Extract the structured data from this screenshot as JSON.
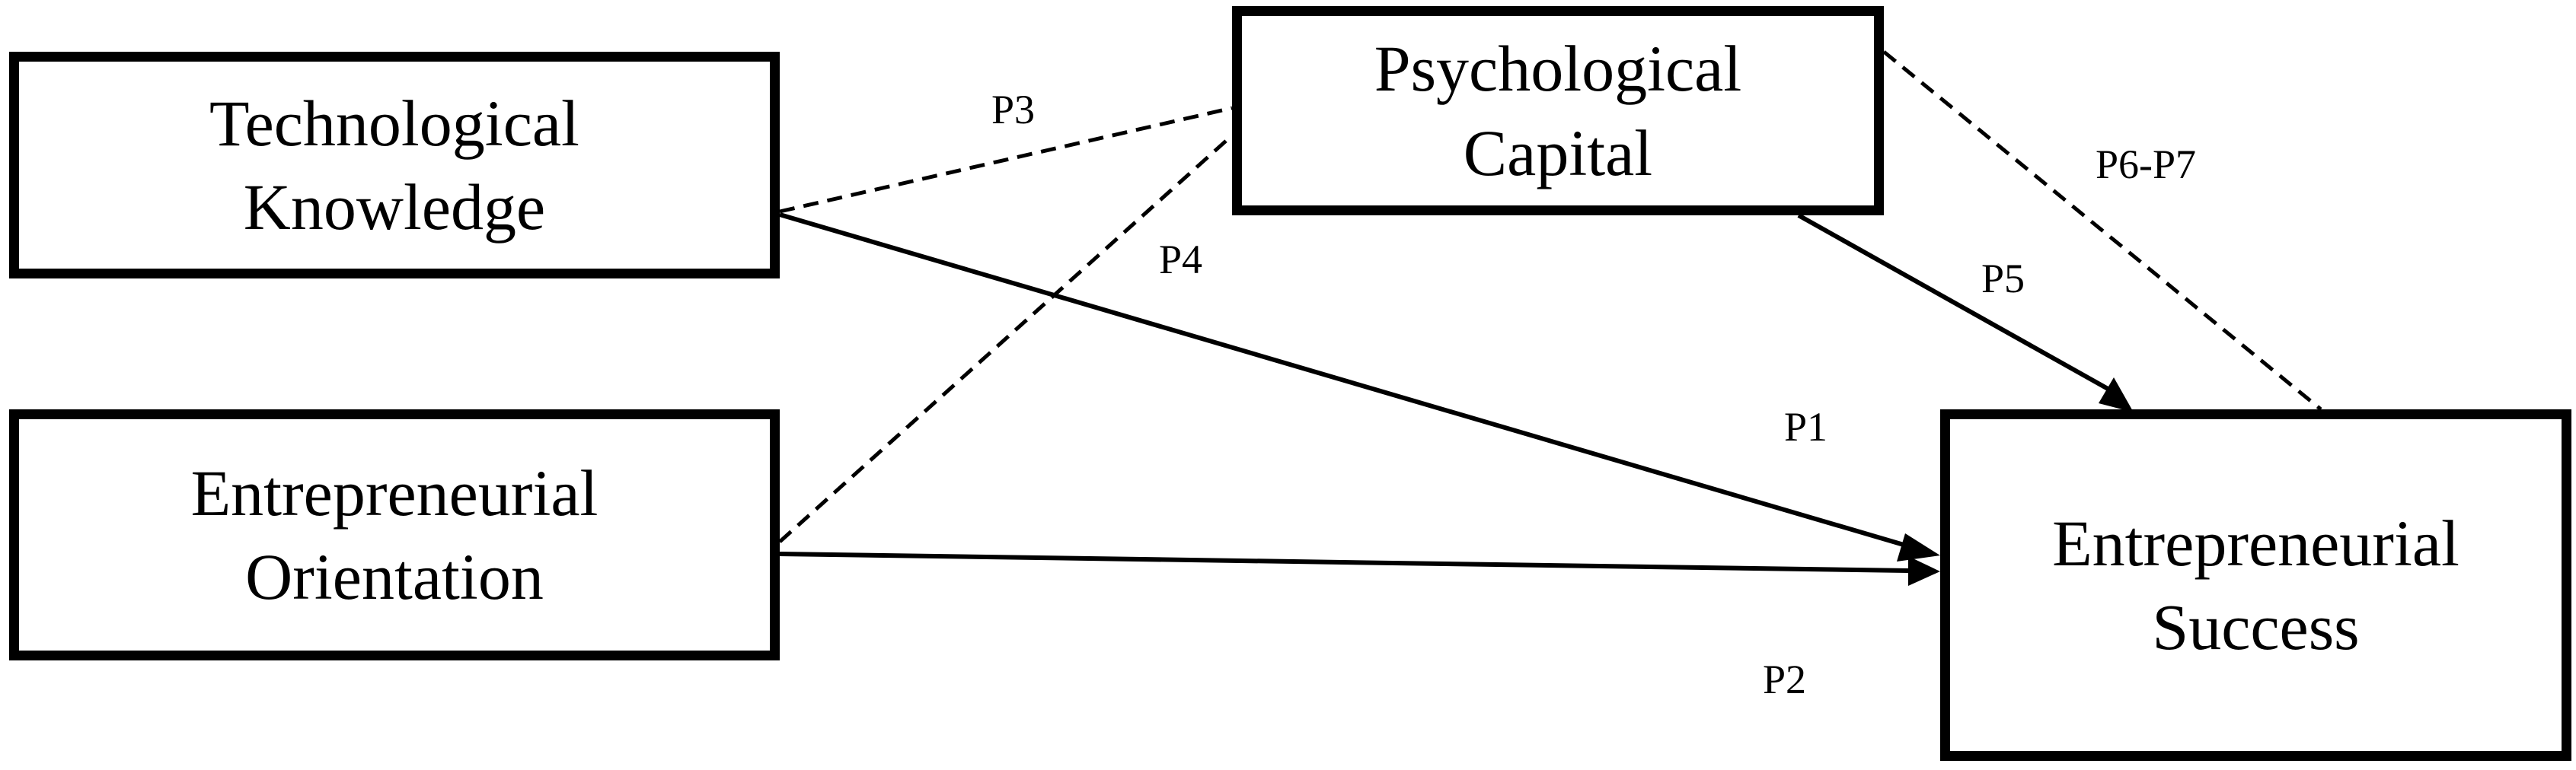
{
  "nodes": {
    "technological_knowledge": {
      "line1": "Technological",
      "line2": "Knowledge"
    },
    "entrepreneurial_orientation": {
      "line1": "Entrepreneurial",
      "line2": "Orientation"
    },
    "psychological_capital": {
      "line1": "Psychological",
      "line2": "Capital"
    },
    "entrepreneurial_success": {
      "line1": "Entrepreneurial",
      "line2": "Success"
    }
  },
  "paths": [
    {
      "id": "P1",
      "label": "P1",
      "from": "Technological Knowledge",
      "to": "Entrepreneurial Success",
      "style": "solid",
      "arrow": true
    },
    {
      "id": "P2",
      "label": "P2",
      "from": "Entrepreneurial Orientation",
      "to": "Entrepreneurial Success",
      "style": "solid",
      "arrow": true
    },
    {
      "id": "P3",
      "label": "P3",
      "from": "Technological Knowledge",
      "to": "Psychological Capital",
      "style": "dashed",
      "arrow": false
    },
    {
      "id": "P4",
      "label": "P4",
      "from": "Entrepreneurial Orientation",
      "to": "Psychological Capital",
      "style": "dashed",
      "arrow": false
    },
    {
      "id": "P5",
      "label": "P5",
      "from": "Psychological Capital",
      "to": "Entrepreneurial Success",
      "style": "solid",
      "arrow": true
    },
    {
      "id": "P6-P7",
      "label": "P6-P7",
      "from": "Psychological Capital",
      "to": "Entrepreneurial Success",
      "style": "dashed",
      "arrow": false
    }
  ],
  "colors": {
    "stroke": "#000000",
    "background": "#ffffff"
  }
}
